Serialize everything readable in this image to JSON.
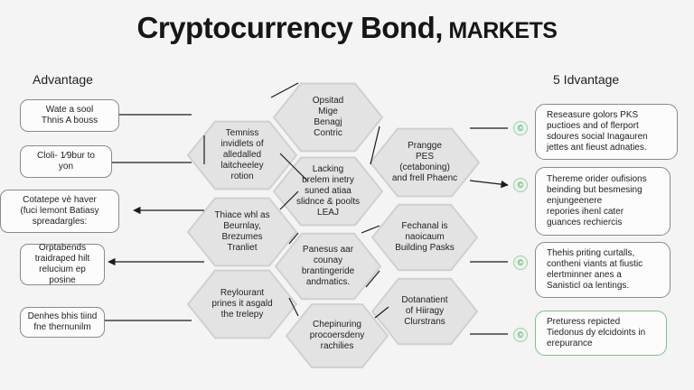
{
  "title": {
    "main": "Cryptocurrency Bond,",
    "suffix": " MARKETS"
  },
  "left_heading": "Advantage",
  "right_heading": "5 Idvantage",
  "left_boxes": [
    "Wate a sool\nThnis A bouss",
    "Cloli- 1⁄9bur to\nyon",
    "Cotatepe vè haver\n(fuci lemont Batiasy\nspreadargles:",
    "Orptabends\ntraidraped hilt\nrelucium ep posine",
    "Denhes bhis tiind\nfne thernunilm"
  ],
  "right_boxes": [
    "Reseasure golors PKS\npuctioes and of flerport\nsdoures social Inagauren\njettes ant fieust adnaties.",
    "Thereme orider oufisions\nbeinding but besmesing\nenjungeenere\nrepories ihenl cater\nguances rechiercis",
    "Thehis priting curtalls,\ncontheni viants at fiustic\nelertminner anes a\nSanisticl oa lentings.",
    "Preturess repicted\nTiedonus dy elcidoints in\nerepurance"
  ],
  "hexagons": [
    "Opsitad\nMige\nBenagj\nContric",
    "Temniss\ninvidlets of\nalledalled\nlaitcheeley\nrotion",
    "Prangge\nPES\n(cetaboning)\nand frell Phaenc",
    "Lacking\nbrelem inetry\nsuned atiaa\nslidnce & poolts\nLEAJ",
    "Thiace whl as\nBeurnlay,\nBrezumes\nTranliet",
    "Fechanal is\nnaoicaum\nBuilding Pasks",
    "Panesus aar\ncounay\nbrantingeride\nandmatics.",
    "Reylourant\nprines it asgald\nthe trelepy",
    "Dotanatient\nof Hiiragy\nClurstrans",
    "Chepinuring\nprocoersdeny\nrachilies"
  ],
  "icon_glyph": "©",
  "colors": {
    "hex_fill": "#e2e3e2",
    "hex_stroke": "#cfd0cf",
    "line": "#1a1a1a",
    "green": "#7fbf8d"
  }
}
